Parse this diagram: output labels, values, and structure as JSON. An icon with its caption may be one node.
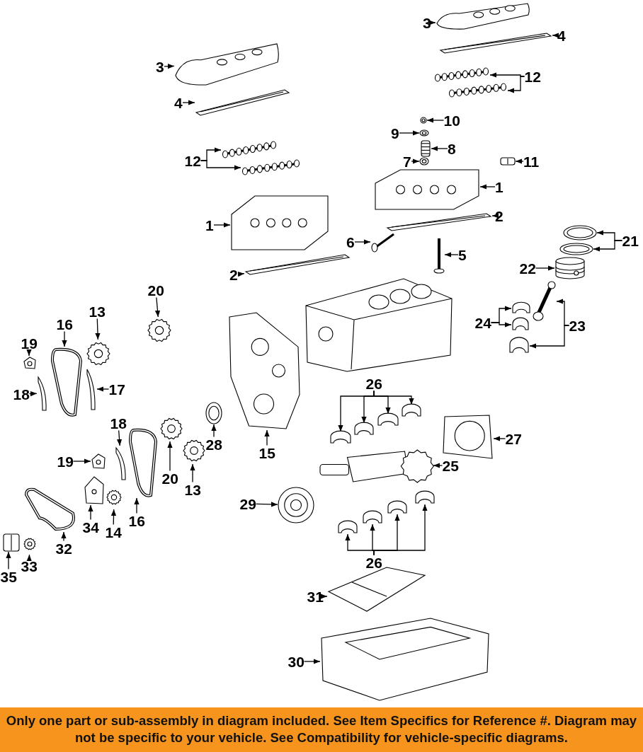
{
  "diagram": {
    "caption": "Only one part or sub-assembly in diagram included. See Item Specifics for Reference #. Diagram may not be specific to your vehicle. See Compatibility for vehicle-specific diagrams.",
    "nodes": [
      {
        "text": [
          "3"
        ]
      },
      {
        "text": [],
        "shape": "picture"
      },
      {
        "text": [
          "3"
        ]
      },
      {
        "text": [],
        "shape": "picture"
      },
      {
        "text": [
          "4"
        ]
      },
      {
        "text": [],
        "shape": "picture"
      },
      {
        "text": [
          "12"
        ]
      },
      {
        "text": [],
        "shape": "picture"
      },
      {
        "text": [],
        "shape": "picture"
      },
      {
        "text": [
          "4"
        ]
      },
      {
        "text": [],
        "shape": "picture"
      },
      {
        "text": [
          "10"
        ]
      },
      {
        "text": [],
        "shape": "picture"
      },
      {
        "text": [
          "9"
        ]
      },
      {
        "text": [],
        "shape": "picture"
      },
      {
        "text": [
          "8"
        ]
      },
      {
        "text": [],
        "shape": "picture"
      },
      {
        "text": [
          "12"
        ]
      },
      {
        "text": [],
        "shape": "picture"
      },
      {
        "text": [],
        "shape": "picture"
      },
      {
        "text": [
          "7"
        ]
      },
      {
        "text": [],
        "shape": "picture"
      },
      {
        "text": [
          "11"
        ]
      },
      {
        "text": [],
        "shape": "picture"
      },
      {
        "text": [
          "1"
        ]
      },
      {
        "text": [],
        "shape": "picture"
      },
      {
        "text": [
          "1"
        ]
      },
      {
        "text": [],
        "shape": "picture"
      },
      {
        "text": [
          "2"
        ]
      },
      {
        "text": [],
        "shape": "picture"
      },
      {
        "text": [
          "6"
        ]
      },
      {
        "text": [],
        "shape": "picture"
      },
      {
        "text": [
          "5"
        ]
      },
      {
        "text": [],
        "shape": "picture"
      },
      {
        "text": [
          "2"
        ]
      },
      {
        "text": [],
        "shape": "picture"
      },
      {
        "text": [
          "21"
        ]
      },
      {
        "text": [],
        "shape": "picture"
      },
      {
        "text": [],
        "shape": "picture"
      },
      {
        "text": [
          "22"
        ]
      },
      {
        "text": [],
        "shape": "picture"
      },
      {
        "text": [
          "20"
        ]
      },
      {
        "text": [],
        "shape": "picture"
      },
      {
        "text": [
          "13"
        ]
      },
      {
        "text": [],
        "shape": "picture"
      },
      {
        "text": [
          "16"
        ]
      },
      {
        "text": [],
        "shape": "picture"
      },
      {
        "text": [
          "24"
        ]
      },
      {
        "text": [],
        "shape": "picture"
      },
      {
        "text": [],
        "shape": "picture"
      },
      {
        "text": [
          "23"
        ]
      },
      {
        "text": [],
        "shape": "picture"
      },
      {
        "text": [],
        "shape": "picture"
      },
      {
        "text": [
          "19"
        ]
      },
      {
        "text": [],
        "shape": "picture"
      },
      {
        "text": [
          "18"
        ]
      },
      {
        "text": [],
        "shape": "picture"
      },
      {
        "text": [
          "17"
        ]
      },
      {
        "text": [],
        "shape": "picture"
      },
      {
        "text": [
          "26"
        ]
      },
      {
        "text": [],
        "shape": "picture"
      },
      {
        "text": [],
        "shape": "picture"
      },
      {
        "text": [],
        "shape": "picture"
      },
      {
        "text": [],
        "shape": "picture"
      },
      {
        "text": [
          "27"
        ]
      },
      {
        "text": [],
        "shape": "picture"
      },
      {
        "text": [
          "18"
        ]
      },
      {
        "text": [],
        "shape": "picture"
      },
      {
        "text": [
          "19"
        ]
      },
      {
        "text": [],
        "shape": "picture"
      },
      {
        "text": [
          "20"
        ]
      },
      {
        "text": [],
        "shape": "picture"
      },
      {
        "text": [
          "28"
        ]
      },
      {
        "text": [],
        "shape": "picture"
      },
      {
        "text": [
          "15"
        ]
      },
      {
        "text": [],
        "shape": "picture"
      },
      {
        "text": [
          "25"
        ]
      },
      {
        "text": [],
        "shape": "picture"
      },
      {
        "text": [
          "13"
        ]
      },
      {
        "text": [],
        "shape": "picture"
      },
      {
        "text": [
          "29"
        ]
      },
      {
        "text": [],
        "shape": "picture"
      },
      {
        "text": [
          "16"
        ]
      },
      {
        "text": [],
        "shape": "picture"
      },
      {
        "text": [
          "34"
        ]
      },
      {
        "text": [],
        "shape": "picture"
      },
      {
        "text": [
          "14"
        ]
      },
      {
        "text": [],
        "shape": "picture"
      },
      {
        "text": [
          "32"
        ]
      },
      {
        "text": [],
        "shape": "picture"
      },
      {
        "text": [
          "26"
        ]
      },
      {
        "text": [],
        "shape": "picture"
      },
      {
        "text": [],
        "shape": "picture"
      },
      {
        "text": [],
        "shape": "picture"
      },
      {
        "text": [],
        "shape": "picture"
      },
      {
        "text": [
          "33"
        ]
      },
      {
        "text": [],
        "shape": "picture"
      },
      {
        "text": [
          "35"
        ]
      },
      {
        "text": [],
        "shape": "picture"
      },
      {
        "text": [
          "31"
        ]
      },
      {
        "text": [],
        "shape": "picture"
      },
      {
        "text": [
          "30"
        ]
      },
      {
        "text": [],
        "shape": "picture"
      }
    ],
    "edges": [
      {
        "from": 0,
        "to": 1,
        "arrow": "to"
      },
      {
        "from": 2,
        "to": 3,
        "arrow": "to"
      },
      {
        "from": 4,
        "to": 5,
        "arrow": "to"
      },
      {
        "from": 6,
        "to": 7,
        "arrow": "to"
      },
      {
        "from": 6,
        "to": 8,
        "arrow": "to"
      },
      {
        "from": 9,
        "to": 10,
        "arrow": "to"
      },
      {
        "from": 11,
        "to": 12,
        "arrow": "to"
      },
      {
        "from": 13,
        "to": 14,
        "arrow": "to"
      },
      {
        "from": 15,
        "to": 16,
        "arrow": "to"
      },
      {
        "from": 17,
        "to": 18,
        "arrow": "to"
      },
      {
        "from": 17,
        "to": 19,
        "arrow": "to"
      },
      {
        "from": 20,
        "to": 21,
        "arrow": "to"
      },
      {
        "from": 22,
        "to": 23,
        "arrow": "to"
      },
      {
        "from": 24,
        "to": 25,
        "arrow": "to"
      },
      {
        "from": 26,
        "to": 27,
        "arrow": "to"
      },
      {
        "from": 28,
        "to": 29,
        "arrow": "to"
      },
      {
        "from": 30,
        "to": 31,
        "arrow": "to"
      },
      {
        "from": 32,
        "to": 33,
        "arrow": "to"
      },
      {
        "from": 34,
        "to": 35,
        "arrow": "to"
      },
      {
        "from": 36,
        "to": 37,
        "arrow": "to"
      },
      {
        "from": 36,
        "to": 38,
        "arrow": "to"
      },
      {
        "from": 39,
        "to": 40,
        "arrow": "to"
      },
      {
        "from": 41,
        "to": 42,
        "arrow": "to"
      },
      {
        "from": 43,
        "to": 44,
        "arrow": "to"
      },
      {
        "from": 45,
        "to": 46,
        "arrow": "to"
      },
      {
        "from": 47,
        "to": 48,
        "arrow": "to"
      },
      {
        "from": 47,
        "to": 49,
        "arrow": "to"
      },
      {
        "from": 50,
        "to": 51,
        "arrow": "to"
      },
      {
        "from": 50,
        "to": 52,
        "arrow": "to"
      },
      {
        "from": 53,
        "to": 54,
        "arrow": "to"
      },
      {
        "from": 55,
        "to": 56,
        "arrow": "to"
      },
      {
        "from": 57,
        "to": 58,
        "arrow": "to"
      },
      {
        "from": 59,
        "to": 60,
        "arrow": "to"
      },
      {
        "from": 59,
        "to": 61,
        "arrow": "to"
      },
      {
        "from": 59,
        "to": 62,
        "arrow": "to"
      },
      {
        "from": 59,
        "to": 63,
        "arrow": "to"
      },
      {
        "from": 64,
        "to": 65,
        "arrow": "to"
      },
      {
        "from": 66,
        "to": 67,
        "arrow": "to"
      },
      {
        "from": 68,
        "to": 69,
        "arrow": "to"
      },
      {
        "from": 70,
        "to": 71,
        "arrow": "to"
      },
      {
        "from": 72,
        "to": 73,
        "arrow": "to"
      },
      {
        "from": 74,
        "to": 75,
        "arrow": "to"
      },
      {
        "from": 76,
        "to": 77,
        "arrow": "to"
      },
      {
        "from": 78,
        "to": 79,
        "arrow": "to"
      },
      {
        "from": 80,
        "to": 81,
        "arrow": "to"
      },
      {
        "from": 82,
        "to": 83,
        "arrow": "to"
      },
      {
        "from": 84,
        "to": 85,
        "arrow": "to"
      },
      {
        "from": 86,
        "to": 87,
        "arrow": "to"
      },
      {
        "from": 88,
        "to": 89,
        "arrow": "to"
      },
      {
        "from": 90,
        "to": 91,
        "arrow": "to"
      },
      {
        "from": 90,
        "to": 92,
        "arrow": "to"
      },
      {
        "from": 90,
        "to": 93,
        "arrow": "to"
      },
      {
        "from": 90,
        "to": 94,
        "arrow": "to"
      },
      {
        "from": 95,
        "to": 96,
        "arrow": "to"
      },
      {
        "from": 97,
        "to": 98,
        "arrow": "to"
      },
      {
        "from": 99,
        "to": 100,
        "arrow": "to"
      },
      {
        "from": 101,
        "to": 102,
        "arrow": "to"
      }
    ]
  }
}
